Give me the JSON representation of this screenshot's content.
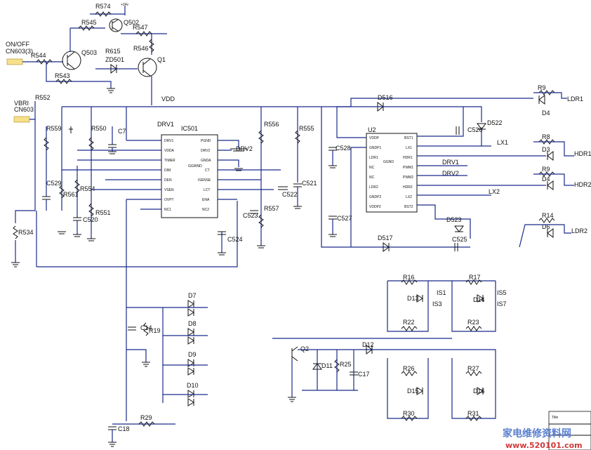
{
  "labels": {
    "r574": "R574",
    "v24": "+24v",
    "r545": "R545",
    "q502": "Q502",
    "r547": "R547",
    "onoff": "ON/OFF",
    "cn603_3": "CN603(3)",
    "r544": "R544",
    "q503": "Q503",
    "r615": "R615",
    "zd501": "ZD501",
    "r546": "R546",
    "q1": "Q1",
    "r543": "R543",
    "r552": "R552",
    "vbri": "VBRI",
    "cn603": "CN603",
    "vdd": "VDD",
    "r559": "R559",
    "r550": "R550",
    "c7": "C7",
    "drv1": "DRV1",
    "ic501": "IC501",
    "r556": "R556",
    "r555": "R555",
    "drv2": "DRV2",
    "c529": "C529",
    "r561": "R561",
    "r554": "R554",
    "c520": "C520",
    "r551": "R551",
    "c522": "C522",
    "c521": "C521",
    "c523": "C523",
    "r557": "R557",
    "r534": "R534",
    "c524": "C524",
    "d516": "D516",
    "u2": "U2",
    "c526": "C526",
    "d522": "D522",
    "c528": "C528",
    "lx1": "LX1",
    "drv1b": "DRV1",
    "drv2b": "DRV2",
    "lx2": "LX2",
    "c527": "C527",
    "d523": "D523",
    "d517": "D517",
    "c525": "C525",
    "r9a": "R9",
    "ldr1": "LDR1",
    "d4a": "D4",
    "r8": "R8",
    "d3": "D3",
    "hdr1": "HDR1",
    "r9b": "R9",
    "d4b": "D4",
    "hdr2": "HDR2",
    "r14": "R14",
    "d6": "D6",
    "ldr2": "LDR2",
    "d7": "D7",
    "c14": "C14",
    "r19": "R19",
    "d8": "D8",
    "d9": "D9",
    "d10": "D10",
    "r29": "R29",
    "c18": "C18",
    "r16": "R16",
    "d13": "D13",
    "is1": "IS1",
    "is3": "IS3",
    "r17": "R17",
    "d14": "D14",
    "is5": "IS5",
    "is7": "IS7",
    "r22": "R22",
    "r23": "R23",
    "q2": "Q2",
    "d12": "D12",
    "d11": "D11",
    "r25": "R25",
    "c17": "C17",
    "r26": "R26",
    "r27": "R27",
    "d15": "D15",
    "d16": "D16",
    "r30": "R30",
    "r31": "R31"
  },
  "ic501_pins": {
    "l1": "DRV1",
    "l2": "VDDA",
    "l3": "TIMER",
    "l4": "DIM",
    "l5": "DEN",
    "l6": "VSEN",
    "l7": "OVPT",
    "l8": "NC1",
    "r16": "PGND",
    "r15": "DRV2",
    "r14": "GNDA",
    "r13": "CT",
    "r12": "ISENSE",
    "r11": "LCT",
    "r10": "ENA",
    "r9": "NC2",
    "mid": "GGWND"
  },
  "u2_pins": {
    "l1": "VDDP",
    "l2": "GNDP1",
    "l3": "LDR1",
    "l4": "NC",
    "l5": "NC",
    "l6": "LDR2",
    "l7": "GNDP2",
    "l8": "VDDP2",
    "r1": "BST1",
    "r2": "LX1",
    "r3": "HDR1",
    "r4": "PWM1",
    "r5": "PWM2",
    "r6": "HDR2",
    "r7": "LX2",
    "r8": "BST2",
    "mid": "GGND"
  },
  "watermark": {
    "cn": "家电维修资料网",
    "url": "www.520101.com"
  },
  "titleblock": {
    "t1": "Title"
  }
}
